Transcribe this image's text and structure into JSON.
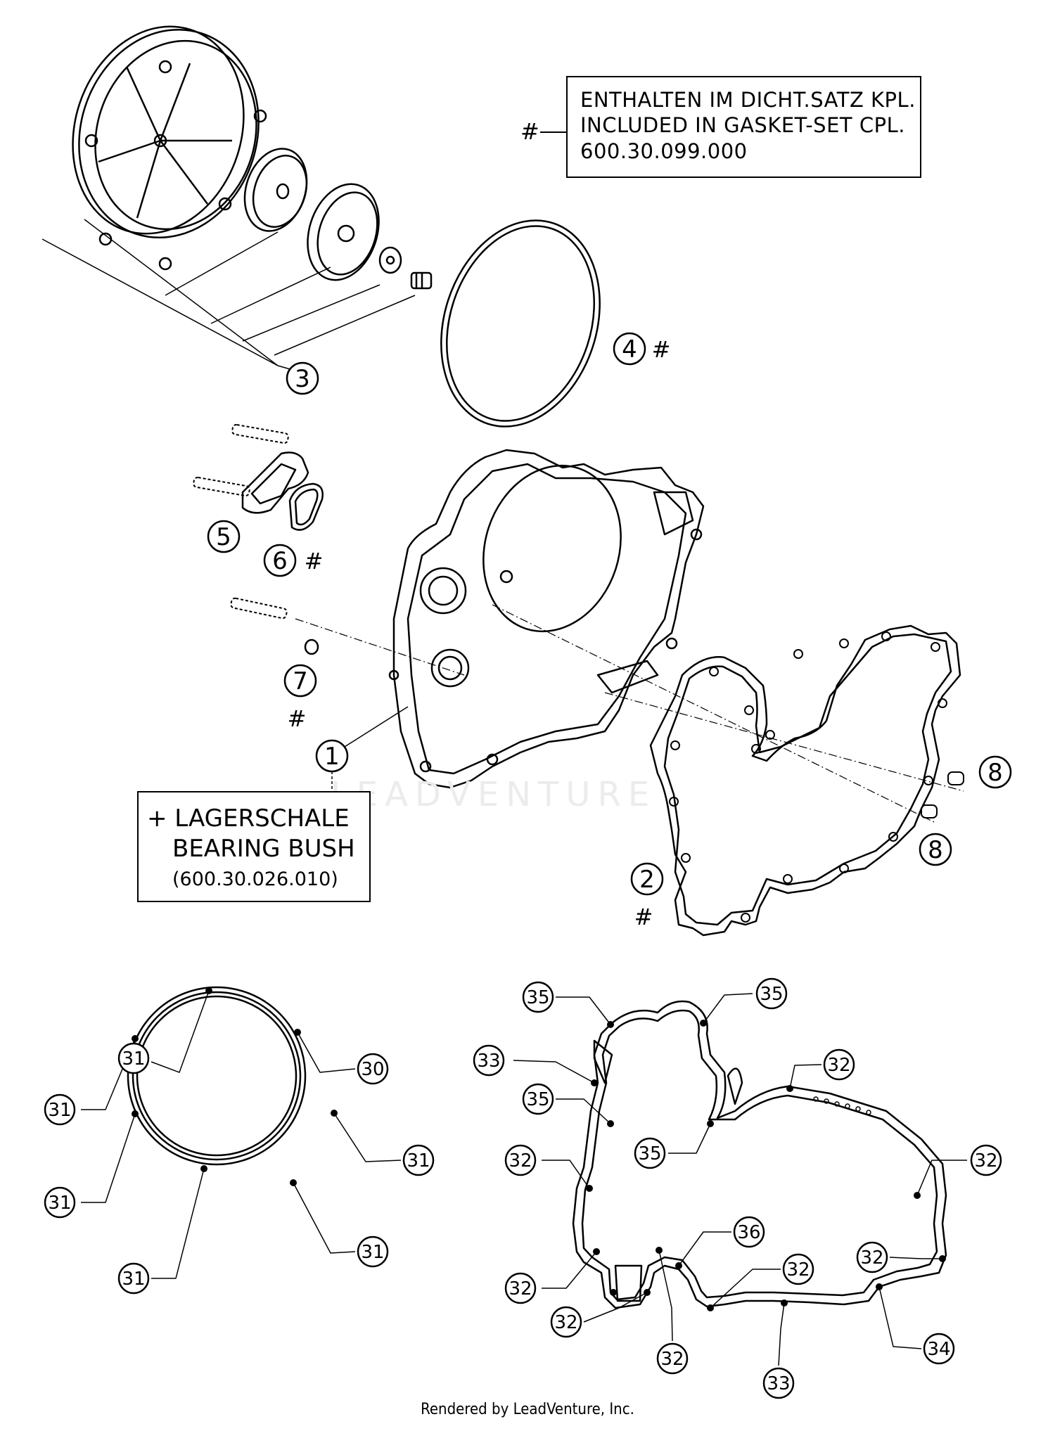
{
  "notes": {
    "gasket_set": [
      "ENTHALTEN IM DICHT.SATZ KPL.",
      "INCLUDED IN GASKET-SET CPL.",
      "600.30.099.000"
    ],
    "gasket_symbol": "#",
    "bearing_bush": [
      "+ LAGERSCHALE",
      "BEARING BUSH",
      "(600.30.026.010)"
    ]
  },
  "callouts": [
    {
      "num": "3"
    },
    {
      "num": "4",
      "mark": "#"
    },
    {
      "num": "5"
    },
    {
      "num": "6",
      "mark": "#"
    },
    {
      "num": "7",
      "mark": "#"
    },
    {
      "num": "1"
    },
    {
      "num": "8"
    },
    {
      "num": "8"
    },
    {
      "num": "2",
      "mark": "#"
    }
  ],
  "small_callouts": [
    "31",
    "30",
    "31",
    "31",
    "31",
    "31",
    "31",
    "35",
    "35",
    "33",
    "32",
    "35",
    "35",
    "32",
    "32",
    "36",
    "32",
    "32",
    "32",
    "32",
    "32",
    "33",
    "34"
  ],
  "watermark": "LEADVENTURE",
  "footer": "Rendered by LeadVenture, Inc."
}
